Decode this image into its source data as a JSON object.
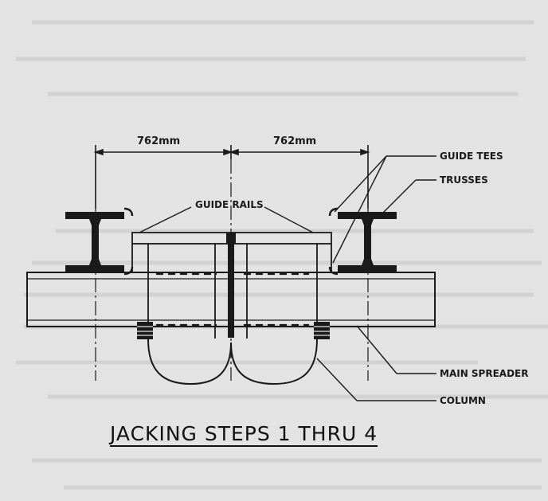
{
  "dimensions": {
    "left": "762mm",
    "right": "762mm"
  },
  "labels": {
    "guide_tees": "GUIDE TEES",
    "trusses": "TRUSSES",
    "guide_rails": "GUIDE RAILS",
    "main_spreader": "MAIN SPREADER",
    "column": "COLUMN"
  },
  "title": "JACKING STEPS 1 THRU 4"
}
